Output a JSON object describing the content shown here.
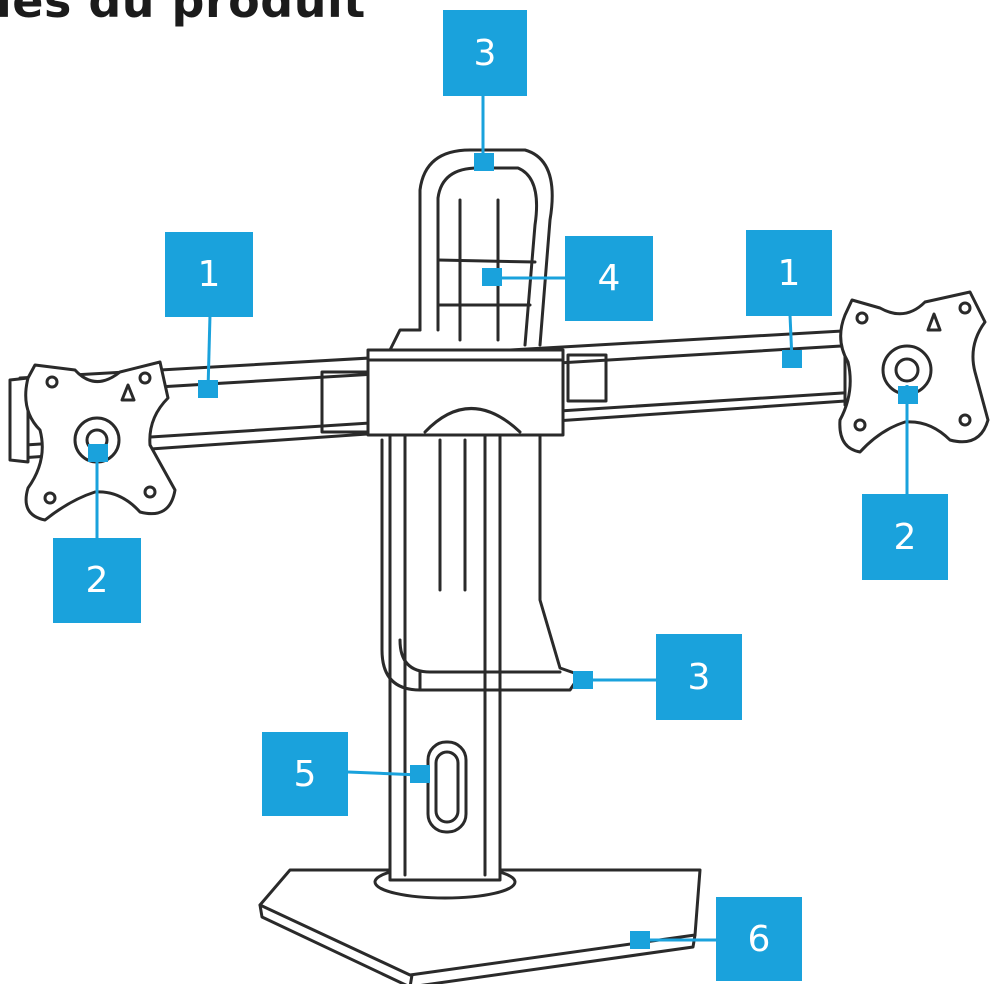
{
  "title": "ies du produit",
  "callouts": [
    {
      "label": "1"
    },
    {
      "label": "1"
    },
    {
      "label": "2"
    },
    {
      "label": "2"
    },
    {
      "label": "3"
    },
    {
      "label": "3"
    },
    {
      "label": "4"
    },
    {
      "label": "5"
    },
    {
      "label": "6"
    }
  ],
  "colors": {
    "callout": "#1aa2dc",
    "line_art": "#2a2a2a",
    "title": "#1b1b1b"
  }
}
